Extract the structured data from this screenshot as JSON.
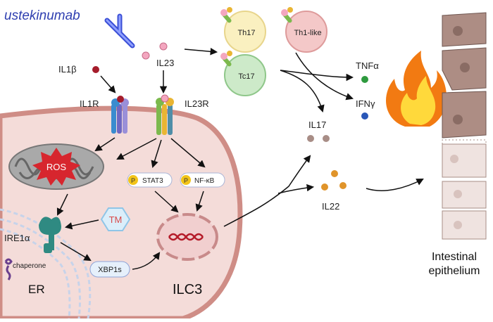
{
  "drug": {
    "name": "ustekinumab",
    "color": "#2f3fb0"
  },
  "cytokines": {
    "il1b": "IL1β",
    "il23": "IL23",
    "tnfa": "TNFα",
    "ifng": "IFNγ",
    "il17": "IL17",
    "il22": "IL22"
  },
  "receptors": {
    "il1r": "IL1R",
    "il23r": "IL23R"
  },
  "cells": {
    "th17": "Th17",
    "th1like": "Th1-like",
    "tc17": "Tc17",
    "ilc3": "ILC3"
  },
  "organelles": {
    "ros": "ROS",
    "tm": "TM",
    "ire1a": "IRE1α",
    "chaperone": "chaperone",
    "er": "ER",
    "xbp1s": "XBP1s"
  },
  "signaling": {
    "phospho": "P",
    "stat3": "STAT3",
    "nfkb": "NF-κB"
  },
  "epithelium": {
    "line1": "Intestinal",
    "line2": "epithelium"
  },
  "colors": {
    "cell_fill": "#f4dcd9",
    "cell_border": "#cf8d86",
    "th17": "#faf0c0",
    "th1like": "#f4c8c8",
    "tc17": "#cdeac9",
    "ros": "#d7262e",
    "fire": "#f7a21b",
    "tnfa_dot": "#2e9a3e",
    "ifng_dot": "#2a57b8",
    "il17_dot": "#a88d86",
    "il22_dot": "#e0942a"
  }
}
